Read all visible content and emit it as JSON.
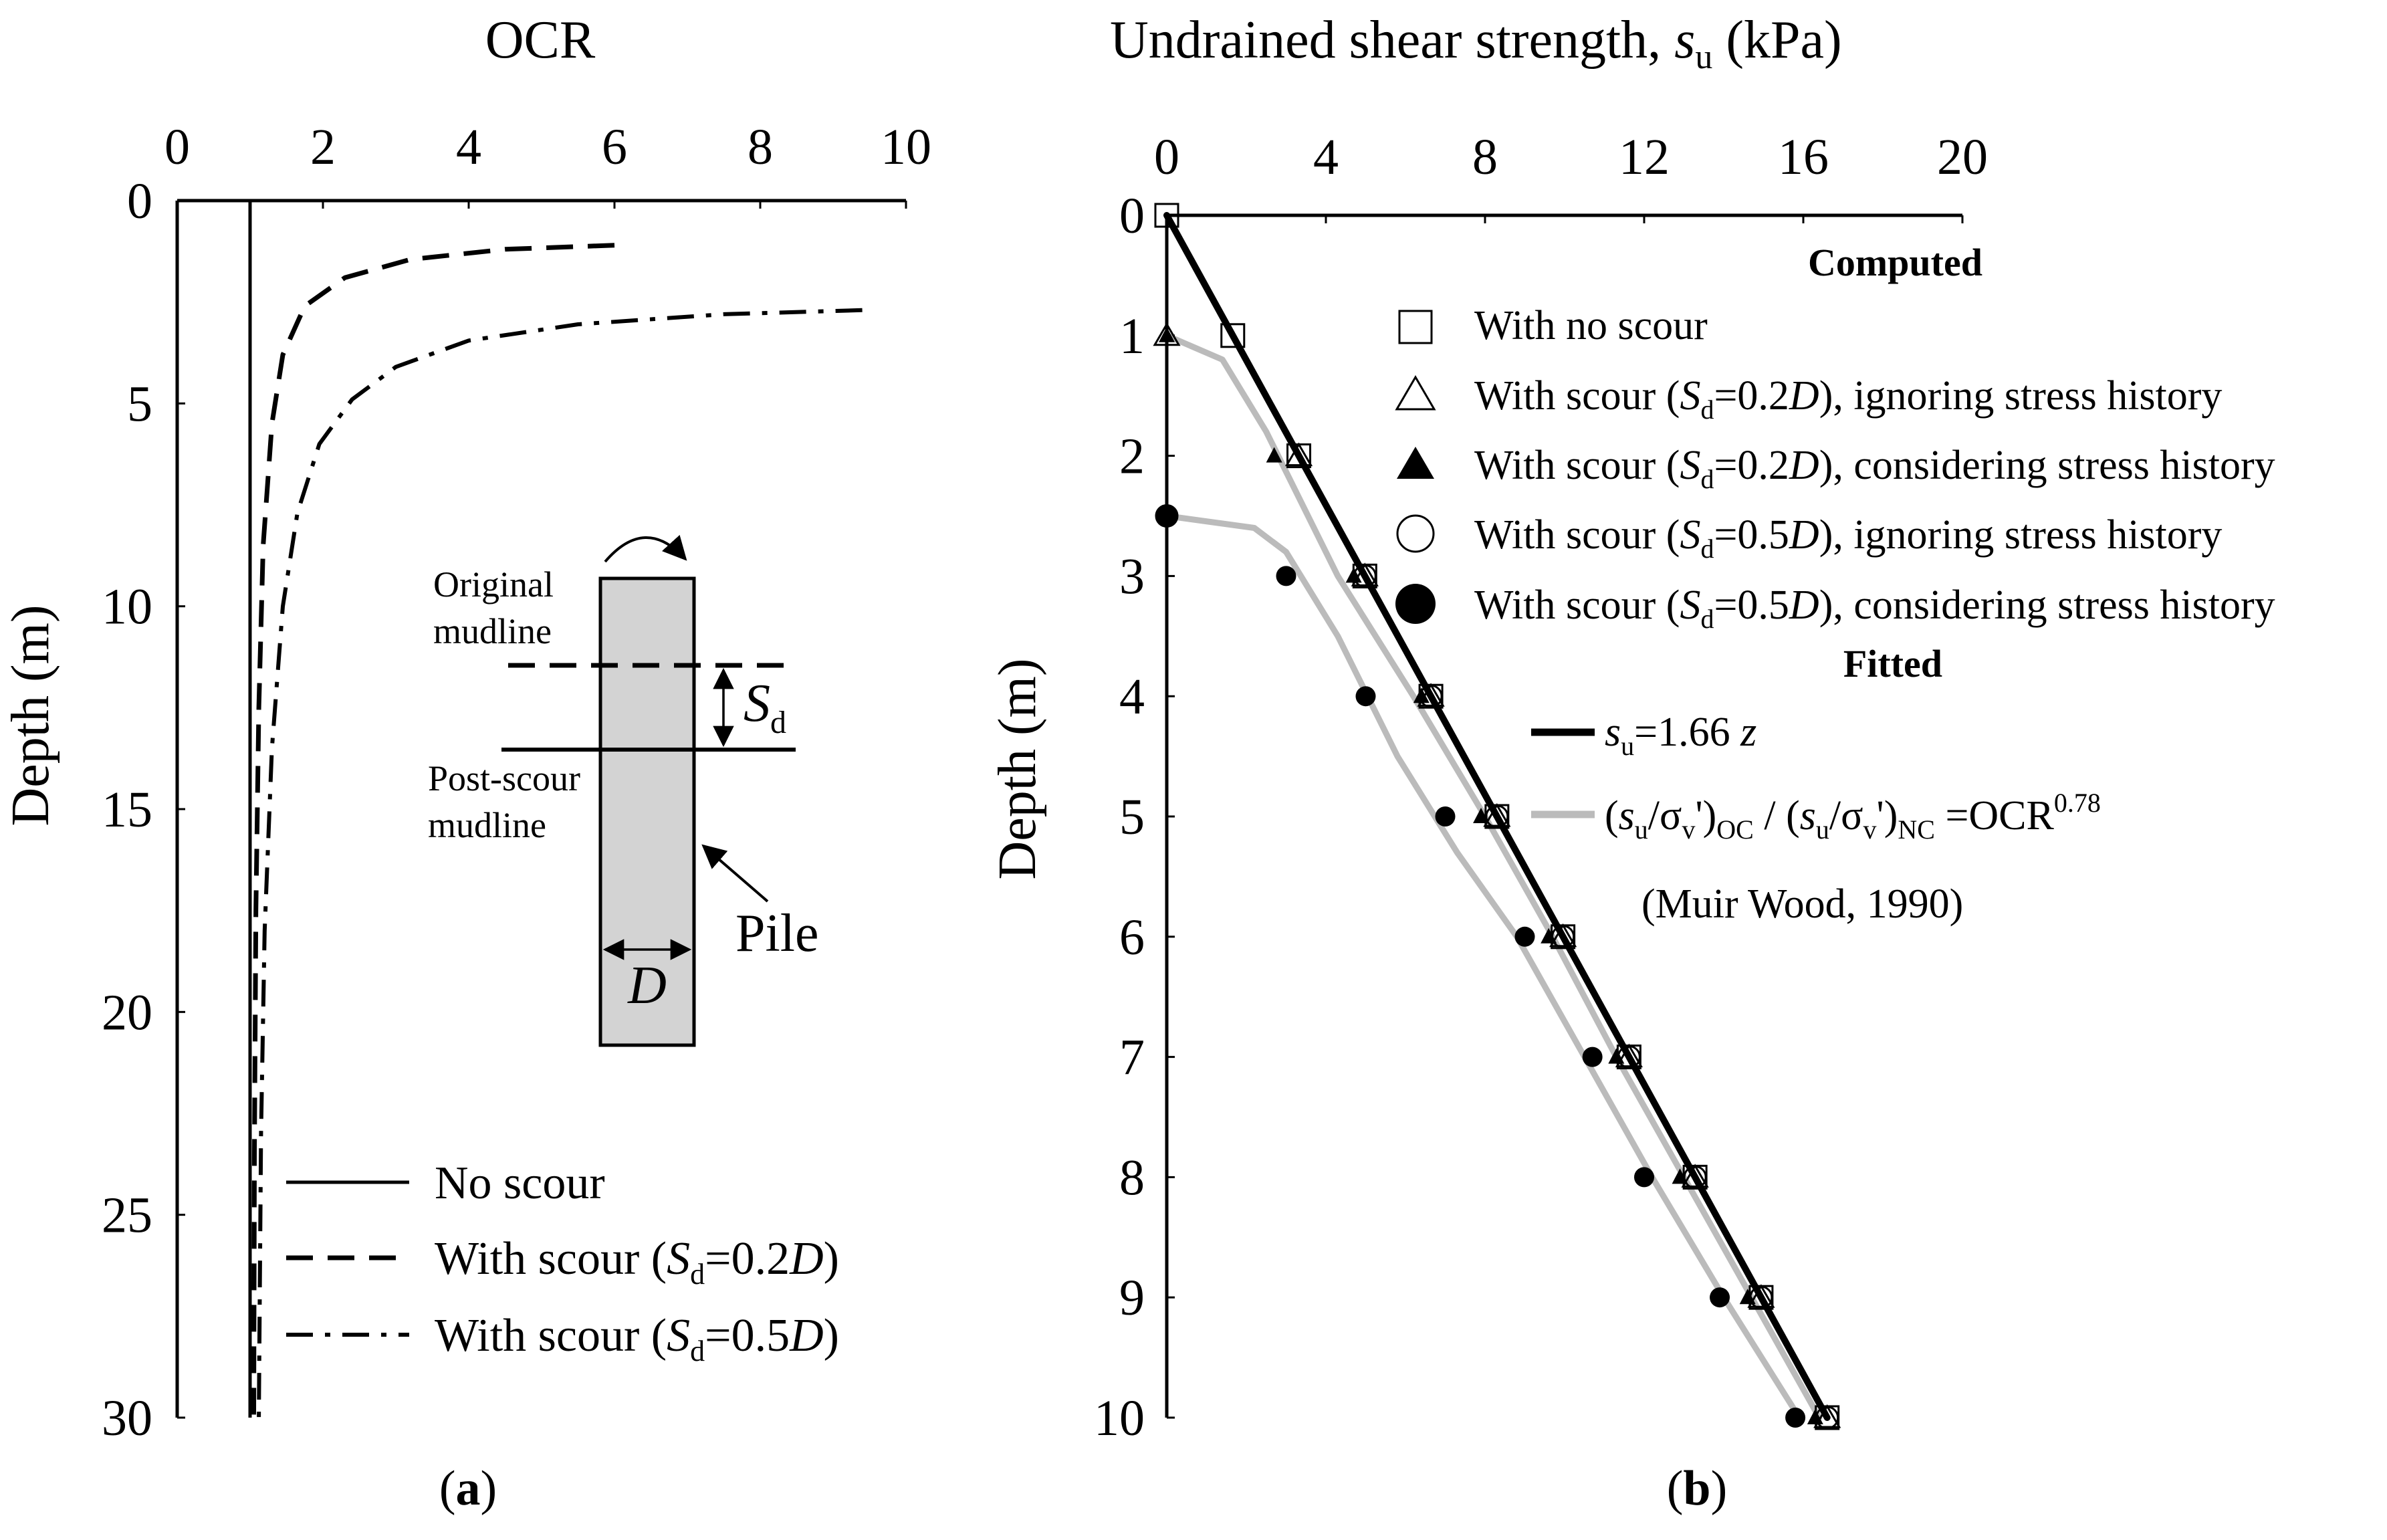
{
  "chart_data": [
    {
      "panel_label": "(a)",
      "type": "line",
      "title": "OCR",
      "xlabel": "OCR",
      "ylabel": "Depth (m)",
      "xlim": [
        0,
        10
      ],
      "ylim": [
        0,
        30
      ],
      "x_ticks": [
        "0",
        "2",
        "4",
        "6",
        "8",
        "10"
      ],
      "y_ticks": [
        "0",
        "5",
        "10",
        "15",
        "20",
        "25",
        "30"
      ],
      "legend_position": "bottom-right",
      "series": [
        {
          "name": "No scour",
          "style": "solid",
          "points": [
            [
              1.0,
              0
            ],
            [
              1.0,
              30
            ]
          ]
        },
        {
          "name": "With scour (Sd=0.2D)",
          "style": "dashed",
          "points": [
            [
              6.0,
              1.1
            ],
            [
              4.5,
              1.2
            ],
            [
              3.2,
              1.45
            ],
            [
              2.3,
              1.9
            ],
            [
              1.75,
              2.6
            ],
            [
              1.45,
              3.8
            ],
            [
              1.3,
              5.5
            ],
            [
              1.18,
              8.5
            ],
            [
              1.12,
              12.5
            ],
            [
              1.08,
              17.5
            ],
            [
              1.06,
              23.5
            ],
            [
              1.05,
              30.0
            ]
          ]
        },
        {
          "name": "With scour (Sd=0.5D)",
          "style": "dashdot",
          "points": [
            [
              9.4,
              2.7
            ],
            [
              7.5,
              2.8
            ],
            [
              5.5,
              3.05
            ],
            [
              4.0,
              3.45
            ],
            [
              3.0,
              4.1
            ],
            [
              2.4,
              4.9
            ],
            [
              1.95,
              6.0
            ],
            [
              1.65,
              7.7
            ],
            [
              1.45,
              10.0
            ],
            [
              1.3,
              13.5
            ],
            [
              1.2,
              18.0
            ],
            [
              1.15,
              23.0
            ],
            [
              1.12,
              30.0
            ]
          ]
        }
      ]
    },
    {
      "panel_label": "(b)",
      "type": "scatter",
      "title": "Undrained shear strength, s_u (kPa)",
      "xlabel": "Undrained shear strength, s_u (kPa)",
      "ylabel": "Depth (m)",
      "xlim": [
        0,
        20
      ],
      "ylim": [
        0,
        10
      ],
      "x_ticks": [
        "0",
        "4",
        "8",
        "12",
        "16",
        "20"
      ],
      "y_ticks": [
        "0",
        "1",
        "2",
        "3",
        "4",
        "5",
        "6",
        "7",
        "8",
        "9",
        "10"
      ],
      "legend_position": "top-right",
      "computed_heading": "Computed",
      "fitted_heading": "Fitted",
      "series": [
        {
          "name": "With no scour",
          "marker": "open-square",
          "points": [
            [
              0,
              0
            ],
            [
              1.66,
              1
            ],
            [
              3.32,
              2
            ],
            [
              4.98,
              3
            ],
            [
              6.64,
              4
            ],
            [
              8.3,
              5
            ],
            [
              9.96,
              6
            ],
            [
              11.62,
              7
            ],
            [
              13.28,
              8
            ],
            [
              14.94,
              9
            ],
            [
              16.6,
              10
            ]
          ]
        },
        {
          "name": "With scour (Sd=0.2D), ignoring stress history",
          "marker": "open-triangle",
          "points": [
            [
              0,
              1
            ],
            [
              3.32,
              2
            ],
            [
              4.98,
              3
            ],
            [
              6.64,
              4
            ],
            [
              8.3,
              5
            ],
            [
              9.96,
              6
            ],
            [
              11.62,
              7
            ],
            [
              13.28,
              8
            ],
            [
              14.94,
              9
            ],
            [
              16.6,
              10
            ]
          ]
        },
        {
          "name": "With scour (Sd=0.2D), considering stress history",
          "marker": "filled-triangle",
          "points": [
            [
              0,
              1
            ],
            [
              2.7,
              2
            ],
            [
              4.7,
              3
            ],
            [
              6.4,
              4
            ],
            [
              7.9,
              5
            ],
            [
              9.6,
              6
            ],
            [
              11.3,
              7
            ],
            [
              12.9,
              8
            ],
            [
              14.6,
              9
            ],
            [
              16.3,
              10
            ]
          ]
        },
        {
          "name": "With scour (Sd=0.5D), ignoring stress history",
          "marker": "open-circle",
          "points": [
            [
              0,
              2.5
            ],
            [
              4.98,
              3
            ],
            [
              6.64,
              4
            ],
            [
              8.3,
              5
            ],
            [
              9.96,
              6
            ],
            [
              11.62,
              7
            ],
            [
              13.28,
              8
            ],
            [
              14.94,
              9
            ],
            [
              16.6,
              10
            ]
          ]
        },
        {
          "name": "With scour (Sd=0.5D), considering stress history",
          "marker": "filled-circle",
          "points": [
            [
              0,
              2.5
            ],
            [
              3.0,
              3
            ],
            [
              5.0,
              4
            ],
            [
              7.0,
              5
            ],
            [
              9.0,
              6
            ],
            [
              10.7,
              7
            ],
            [
              12.0,
              8
            ],
            [
              13.9,
              9
            ],
            [
              15.8,
              10
            ]
          ]
        }
      ],
      "fitted": [
        {
          "name": "s_u=1.66 z",
          "color": "#000000",
          "points": [
            [
              0,
              0
            ],
            [
              16.6,
              10
            ]
          ]
        },
        {
          "name": "(s_u/σ_v')_OC / (s_u/σ_v')_NC =OCR^0.78",
          "color": "#bbbbbb",
          "points": [
            [
              0,
              1
            ],
            [
              1.4,
              1.2
            ],
            [
              2.5,
              1.8
            ],
            [
              4.3,
              3.0
            ],
            [
              6.2,
              4.0
            ],
            [
              8.0,
              5.0
            ],
            [
              9.7,
              6.0
            ],
            [
              11.3,
              7.0
            ],
            [
              13.0,
              8.0
            ],
            [
              14.7,
              9.0
            ],
            [
              16.4,
              10.0
            ]
          ]
        },
        {
          "name": "(s_u/σ_v')_OC / (s_u/σ_v')_NC =OCR^0.78",
          "color": "#bbbbbb",
          "points": [
            [
              0,
              2.5
            ],
            [
              2.2,
              2.6
            ],
            [
              3.0,
              2.8
            ],
            [
              4.3,
              3.5
            ],
            [
              5.8,
              4.5
            ],
            [
              7.3,
              5.3
            ],
            [
              8.8,
              6.0
            ],
            [
              10.5,
              7.0
            ],
            [
              12.2,
              8.0
            ],
            [
              14.0,
              9.0
            ],
            [
              15.9,
              10.0
            ]
          ]
        }
      ],
      "fitted_note": "(Muir Wood, 1990)"
    }
  ],
  "diagram": {
    "original_mudline": [
      "Original",
      "mudline"
    ],
    "post_scour_mudline": [
      "Post-scour",
      "mudline"
    ],
    "pile": "Pile",
    "sd": "S",
    "sd_sub": "d",
    "d": "D"
  }
}
